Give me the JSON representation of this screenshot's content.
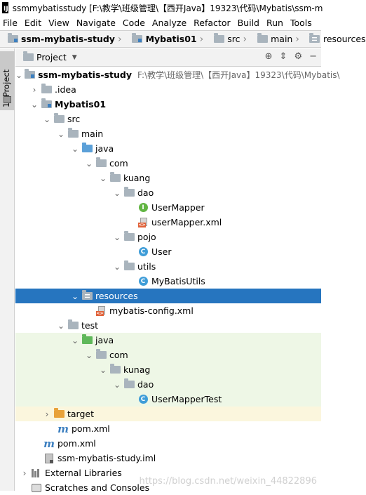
{
  "window": {
    "title": "ssmmybatisstudy [F:\\教学\\班级管理\\【西开Java】19323\\代码\\Mybatis\\ssm-m"
  },
  "menu": [
    "File",
    "Edit",
    "View",
    "Navigate",
    "Code",
    "Analyze",
    "Refactor",
    "Build",
    "Run",
    "Tools"
  ],
  "breadcrumb": [
    "ssm-mybatis-study",
    "Mybatis01",
    "src",
    "main",
    "resources"
  ],
  "sidebar": {
    "tab_label": "1: Project"
  },
  "panel": {
    "title": "Project"
  },
  "tree": [
    {
      "label": "ssm-mybatis-study",
      "path": "F:\\教学\\班级管理\\【西开Java】19323\\代码\\Mybatis\\"
    },
    {
      "label": ".idea"
    },
    {
      "label": "Mybatis01"
    },
    {
      "label": "src"
    },
    {
      "label": "main"
    },
    {
      "label": "java"
    },
    {
      "label": "com"
    },
    {
      "label": "kuang"
    },
    {
      "label": "dao"
    },
    {
      "label": "UserMapper"
    },
    {
      "label": "userMapper.xml"
    },
    {
      "label": "pojo"
    },
    {
      "label": "User"
    },
    {
      "label": "utils"
    },
    {
      "label": "MyBatisUtils"
    },
    {
      "label": "resources"
    },
    {
      "label": "mybatis-config.xml"
    },
    {
      "label": "test"
    },
    {
      "label": "java"
    },
    {
      "label": "com"
    },
    {
      "label": "kunag"
    },
    {
      "label": "dao"
    },
    {
      "label": "UserMapperTest"
    },
    {
      "label": "target"
    },
    {
      "label": "pom.xml"
    },
    {
      "label": "pom.xml"
    },
    {
      "label": "ssm-mybatis-study.iml"
    },
    {
      "label": "External Libraries"
    },
    {
      "label": "Scratches and Consoles"
    }
  ],
  "watermark": "https://blog.csdn.net/weixin_44822896",
  "colors": {
    "selection": "#2675bf",
    "test_background": "#eef7e6",
    "excluded_background": "#fbf6dd"
  }
}
